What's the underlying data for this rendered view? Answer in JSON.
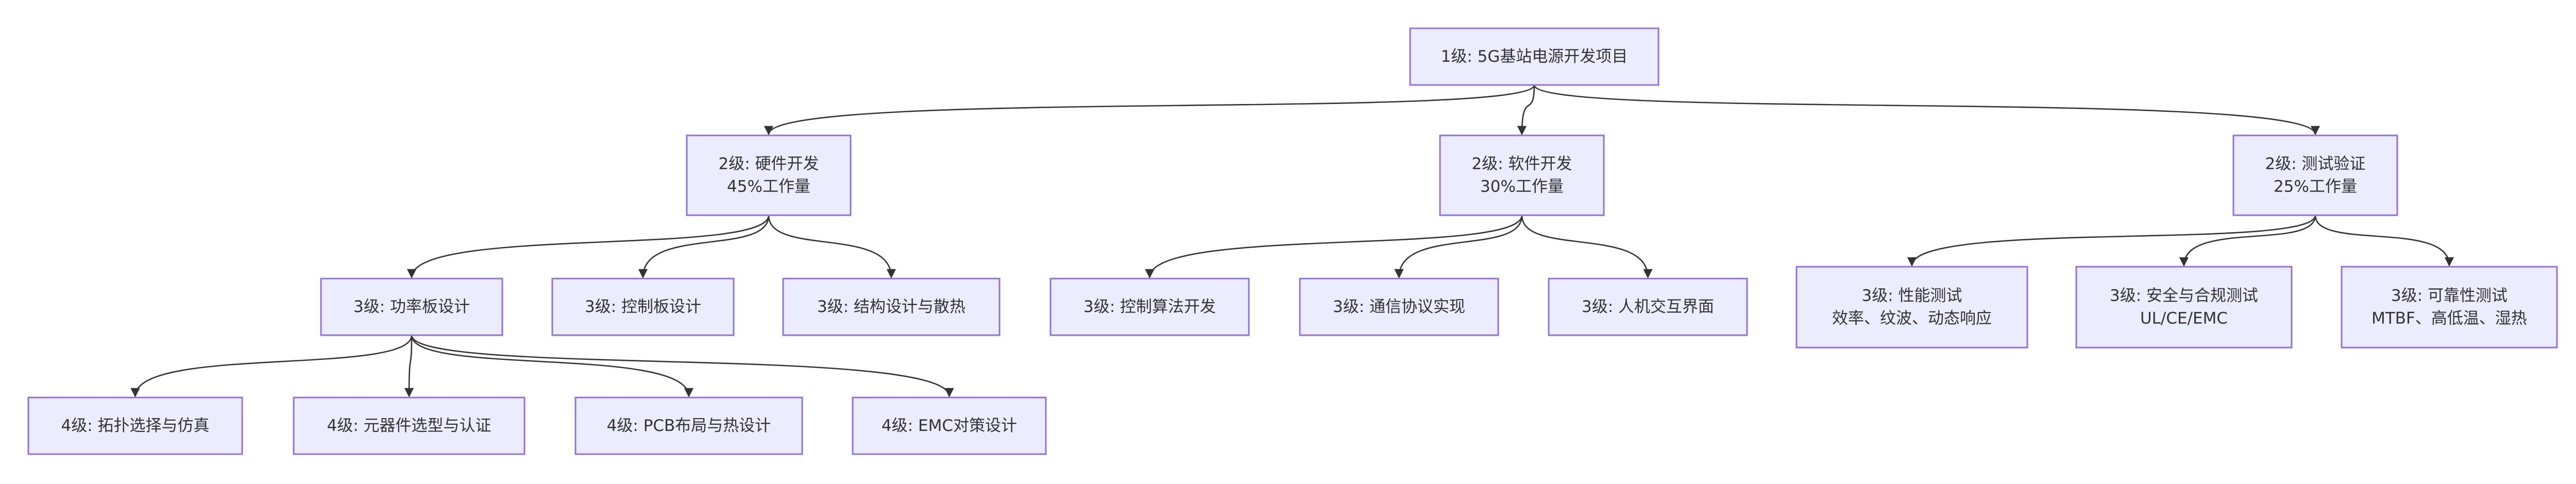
{
  "diagram": {
    "nodes": [
      {
        "id": "root",
        "lines": [
          "1级: 5G基站电源开发项目"
        ]
      },
      {
        "id": "hw",
        "lines": [
          "2级: 硬件开发",
          "45%工作量"
        ]
      },
      {
        "id": "sw",
        "lines": [
          "2级: 软件开发",
          "30%工作量"
        ]
      },
      {
        "id": "test",
        "lines": [
          "2级: 测试验证",
          "25%工作量"
        ]
      },
      {
        "id": "power",
        "lines": [
          "3级: 功率板设计"
        ]
      },
      {
        "id": "ctrlb",
        "lines": [
          "3级: 控制板设计"
        ]
      },
      {
        "id": "mech",
        "lines": [
          "3级: 结构设计与散热"
        ]
      },
      {
        "id": "algo",
        "lines": [
          "3级: 控制算法开发"
        ]
      },
      {
        "id": "comm",
        "lines": [
          "3级: 通信协议实现"
        ]
      },
      {
        "id": "hmi",
        "lines": [
          "3级: 人机交互界面"
        ]
      },
      {
        "id": "perf",
        "lines": [
          "3级: 性能测试",
          "效率、纹波、动态响应"
        ]
      },
      {
        "id": "safety",
        "lines": [
          "3级: 安全与合规测试",
          "UL/CE/EMC"
        ]
      },
      {
        "id": "rel",
        "lines": [
          "3级: 可靠性测试",
          "MTBF、高低温、湿热"
        ]
      },
      {
        "id": "topo",
        "lines": [
          "4级: 拓扑选择与仿真"
        ]
      },
      {
        "id": "comp",
        "lines": [
          "4级: 元器件选型与认证"
        ]
      },
      {
        "id": "pcb",
        "lines": [
          "4级: PCB布局与热设计"
        ]
      },
      {
        "id": "emc",
        "lines": [
          "4级: EMC对策设计"
        ]
      }
    ],
    "edges": [
      [
        "root",
        "hw"
      ],
      [
        "root",
        "sw"
      ],
      [
        "root",
        "test"
      ],
      [
        "hw",
        "power"
      ],
      [
        "hw",
        "ctrlb"
      ],
      [
        "hw",
        "mech"
      ],
      [
        "sw",
        "algo"
      ],
      [
        "sw",
        "comm"
      ],
      [
        "sw",
        "hmi"
      ],
      [
        "test",
        "perf"
      ],
      [
        "test",
        "safety"
      ],
      [
        "test",
        "rel"
      ],
      [
        "power",
        "topo"
      ],
      [
        "power",
        "comp"
      ],
      [
        "power",
        "pcb"
      ],
      [
        "power",
        "emc"
      ]
    ]
  }
}
